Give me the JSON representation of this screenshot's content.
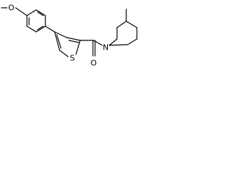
{
  "structure": {
    "atoms": {
      "o_methoxy": "O",
      "s_thiophene": "S",
      "o_carbonyl": "O",
      "n_piperidine": "N"
    }
  },
  "colors": {
    "bond": "#000000",
    "label": "#000000",
    "background": "#ffffff"
  }
}
